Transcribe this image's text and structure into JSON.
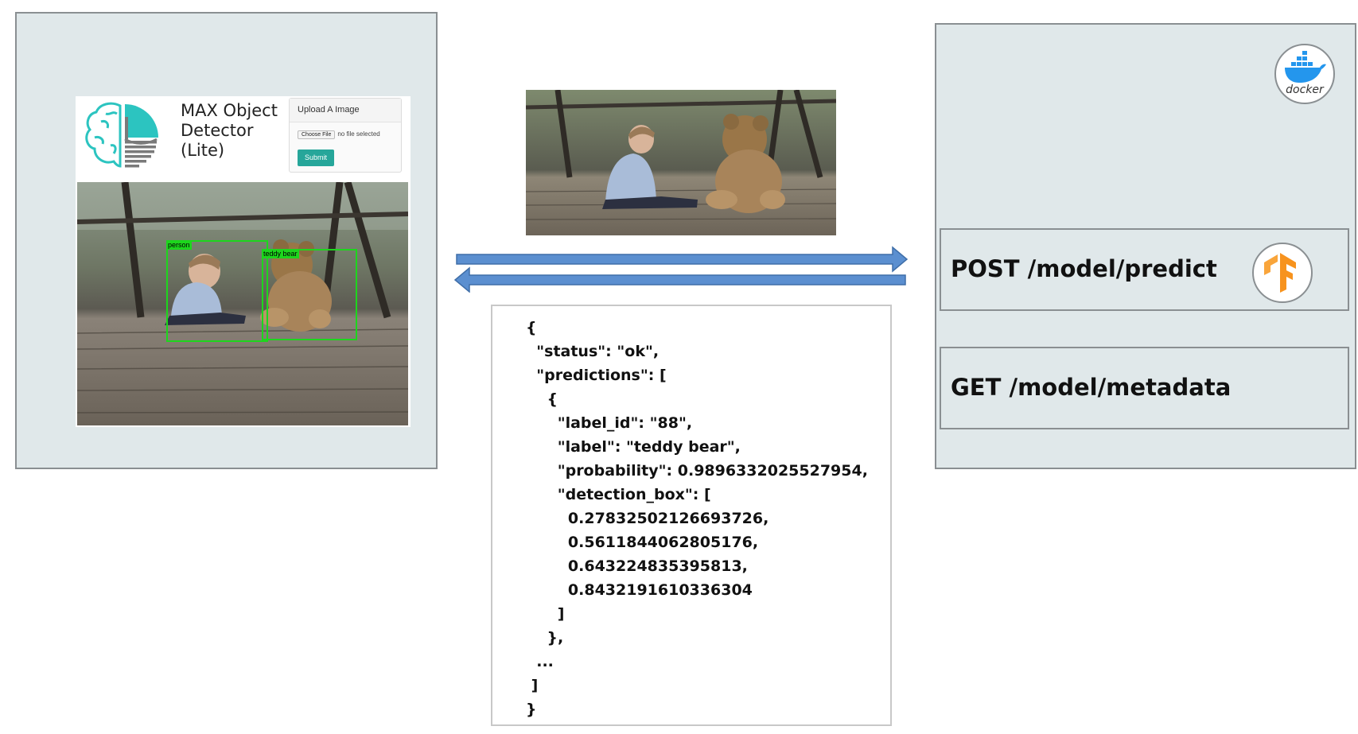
{
  "web_app": {
    "title_line1": "MAX Object",
    "title_line2": "Detector",
    "title_line3": "(Lite)",
    "upload_heading": "Upload A Image",
    "choose_file_label": "Choose File",
    "file_status": "no file selected",
    "submit_label": "Submit",
    "detections": [
      {
        "label": "person"
      },
      {
        "label": "teddy bear"
      }
    ]
  },
  "response": {
    "lines": [
      "{",
      "  \"status\": \"ok\",",
      "  \"predictions\": [",
      "    {",
      "      \"label_id\": \"88\",",
      "      \"label\": \"teddy bear\",",
      "      \"probability\": 0.9896332025527954,",
      "      \"detection_box\": [",
      "        0.27832502126693726,",
      "        0.5611844062805176,",
      "        0.643224835395813,",
      "        0.8432191610336304",
      "      ]",
      "    },",
      "  ...",
      " ]",
      "}"
    ]
  },
  "api": {
    "post_endpoint": "POST /model/predict",
    "get_endpoint": "GET /model/metadata",
    "docker_label": "docker"
  },
  "colors": {
    "panel_bg": "#e0e8ea",
    "panel_border": "#8a8f92",
    "arrow_fill": "#5b8fd0",
    "detection_green": "#1dd61d",
    "submit_teal": "#26a69a",
    "logo_teal": "#2cc4c0",
    "tensorflow_orange": "#f7931e",
    "docker_blue": "#2496ed"
  }
}
